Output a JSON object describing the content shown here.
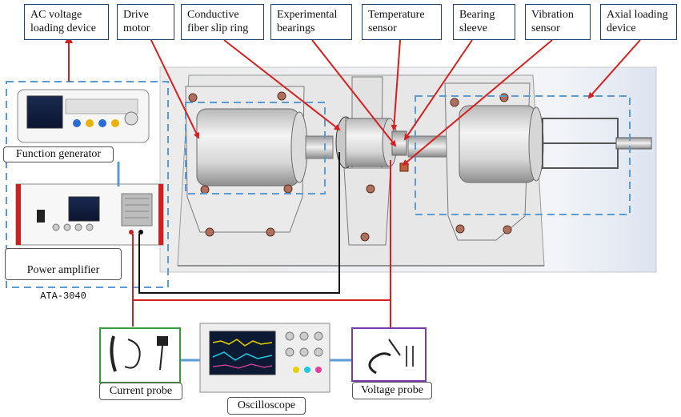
{
  "labels": {
    "ac_voltage": "AC voltage\nloading device",
    "drive_motor": "Drive\nmotor",
    "slip_ring": "Conductive\nfiber slip ring",
    "experimental_bearings": "Experimental\nbearings",
    "temperature_sensor": "Temperature\nsensor",
    "bearing_sleeve": "Bearing\nsleeve",
    "vibration_sensor": "Vibration\nsensor",
    "axial_loading": "Axial loading\ndevice"
  },
  "devices": {
    "function_generator": "Function generator",
    "power_amplifier": "Power amplifier",
    "power_amplifier_model": "ATA-3040",
    "current_probe": "Current probe",
    "oscilloscope": "Oscilloscope",
    "voltage_probe": "Voltage probe"
  },
  "colors": {
    "leader": "#d42020",
    "dashed_group": "#5b9bd5",
    "label_border": "#22416b",
    "current_probe_border": "#3a9a3a",
    "voltage_probe_border": "#7a3aa8",
    "wire_black": "#111111",
    "wire_red": "#d42020",
    "wire_blue": "#5b9bd5"
  }
}
